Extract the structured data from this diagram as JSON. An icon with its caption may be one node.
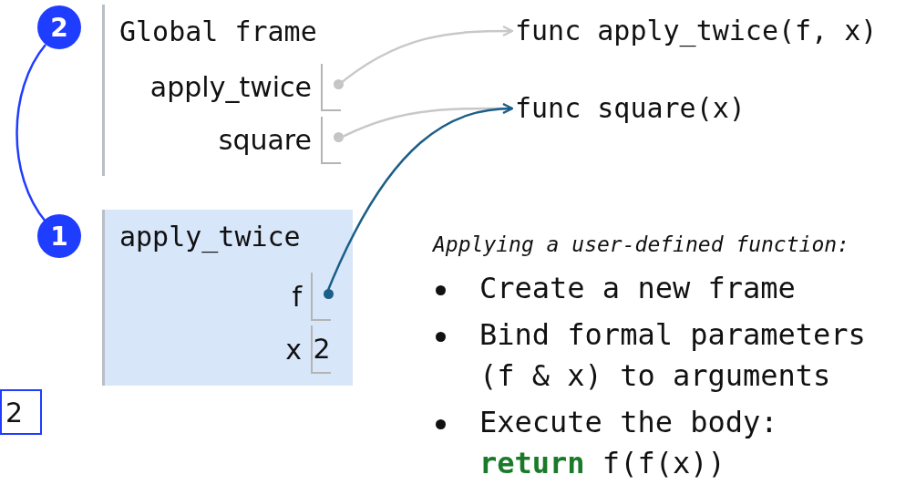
{
  "diagram": {
    "nodes": [
      {
        "text": [
          "2"
        ]
      },
      {
        "text": [
          "Global frame"
        ]
      },
      {
        "text": [],
        "shape": "box",
        "in": 1,
        "beside": [
          "apply_twice"
        ]
      },
      {
        "text": [],
        "shape": "box",
        "in": 1,
        "beside": [
          "square"
        ]
      },
      {
        "text": [
          "1"
        ]
      },
      {
        "text": [
          "apply_twice"
        ]
      },
      {
        "text": [],
        "shape": "box",
        "in": 5,
        "beside": [
          "f"
        ]
      },
      {
        "text": [
          "2"
        ],
        "in": 5,
        "beside": [
          "x"
        ]
      },
      {
        "text": [
          "func apply_twice(f, x)"
        ]
      },
      {
        "text": [
          "func square(x)"
        ]
      },
      {
        "text": [
          "2"
        ]
      }
    ],
    "edges": [
      {
        "from": 0,
        "to": 4,
        "arrow": "none",
        "color": "#1f3dff"
      },
      {
        "from": 2,
        "to": 8,
        "arrow": "to"
      },
      {
        "from": 3,
        "to": 9,
        "arrow": "to"
      },
      {
        "from": 6,
        "to": 9,
        "arrow": "to",
        "color": "#1b5e88"
      }
    ],
    "labels": [
      "Applying a user-defined function:",
      "Create a new frame",
      "Bind formal parameters (f & x) to arguments",
      "Execute the body: **return** f(f(x))"
    ]
  }
}
